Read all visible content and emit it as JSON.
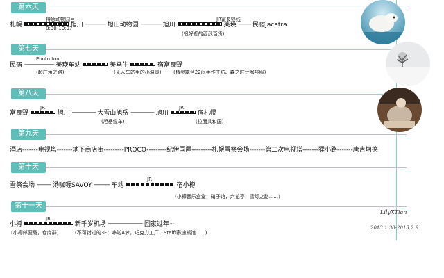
{
  "days": {
    "d6": {
      "label": "第六天"
    },
    "d7": {
      "label": "第七天"
    },
    "d8": {
      "label": "第八天"
    },
    "d9": {
      "label": "第九天"
    },
    "d10": {
      "label": "第十天"
    },
    "d11": {
      "label": "第十一天"
    }
  },
  "day6": {
    "s1": "札幌",
    "train_name": "特急动物园号",
    "train_time": "8:30-10:07",
    "s2": "旭川",
    "s3": "旭山动物园",
    "s4": "旭川",
    "jr_label": "JR富良野线",
    "s5": "美瑛",
    "s6": "民宿Jacatra",
    "note": "(很好逛的西武百货)"
  },
  "day7": {
    "s1": "民宿",
    "above1": "Photo tour",
    "s2": "美瑛车站",
    "s3": "美马牛",
    "s4": "宿富良野",
    "note1": "(超广角之路)",
    "note2": "(无人车站里的小温暖)",
    "note3": "(精灵露台22间手作工坊、森之时计咖啡服)"
  },
  "day8": {
    "s1": "富良野",
    "jr1": "JR",
    "s2": "旭川",
    "s3": "大雪山旭岳",
    "s4": "旭川",
    "jr2": "JR",
    "s5": "宿札幌",
    "note1": "(旭岳缆车)",
    "note2": "(拉面共和国)"
  },
  "day9": {
    "route": "酒店-------电视塔-------地下商店街---------PROCO---------纪伊国屋---------札幌雪祭会场-------第二次电视塔-------狸小路-------唐吉坷德"
  },
  "day10": {
    "s1": "雪祭会场",
    "s2": "汤咖喱SAVOY",
    "s3": "车站",
    "jr": "JR",
    "s4": "宿小樽",
    "note": "(小樽音乐盒堂，硝子馆，六花亭，雪灯之路......)"
  },
  "day11": {
    "s1": "小樽",
    "jr": "JR",
    "s2": "新千岁机场",
    "s3": "回家过年~",
    "note1": "(小樽邮便局，仓库群)",
    "note2": "(不可错过的3F：哆啦A梦，巧克力工厂，Steiff泰迪熊馆......)"
  },
  "signature": {
    "name": "LilyXTian",
    "dates": "2013.1.30-2013.2.9"
  },
  "photos": [
    "polar-bear-photo",
    "snow-tree-photo",
    "cafe-photo"
  ]
}
